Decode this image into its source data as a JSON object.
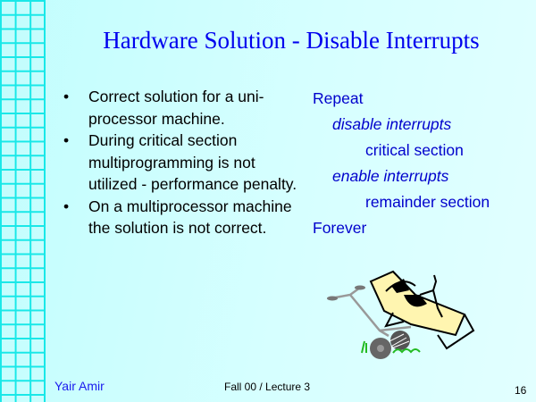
{
  "slide": {
    "title": "Hardware Solution - Disable Interrupts",
    "bullets": [
      "Correct solution for a uni-processor machine.",
      "During critical section multiprogramming is not utilized - performance penalty.",
      "On a multiprocessor machine the solution is not correct."
    ],
    "bullet_glyph": "•",
    "code": [
      {
        "text": "Repeat",
        "indent": 0,
        "italic": false
      },
      {
        "text": "disable interrupts",
        "indent": 1,
        "italic": true
      },
      {
        "text": "critical section",
        "indent": 2,
        "italic": false
      },
      {
        "text": "enable interrupts",
        "indent": 1,
        "italic": true
      },
      {
        "text": "remainder section",
        "indent": 2,
        "italic": false
      },
      {
        "text": "Forever",
        "indent": 0,
        "italic": false
      }
    ],
    "clipart": "man-relaxing-on-lounge-chair-with-lawnmower"
  },
  "footer": {
    "author": "Yair Amir",
    "course": "Fall 00 / Lecture 3",
    "page_number": "16"
  },
  "colors": {
    "title": "#0000ee",
    "code_text": "#0000cc",
    "background": "#d6ffff",
    "grid_lines": "#18e8e8"
  }
}
